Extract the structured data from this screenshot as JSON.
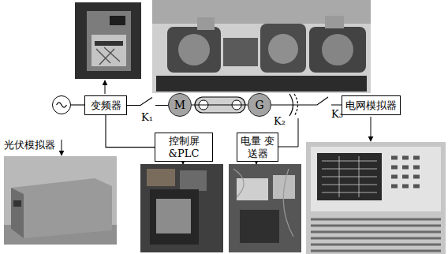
{
  "diagram": {
    "nodes": [
      {
        "text": [
          "光伏模拟器"
        ]
      },
      {
        "text": [
          "变频器"
        ]
      },
      {
        "text": [
          "M"
        ]
      },
      {
        "text": [
          "G"
        ]
      },
      {
        "text": [
          "电网模拟器"
        ]
      },
      {
        "text": [
          "控制屏 &PLC"
        ]
      },
      {
        "text": [
          "电量 变送器"
        ]
      }
    ],
    "edges": [
      {
        "from": 0,
        "to": 1,
        "arrow": "none"
      },
      {
        "from": 1,
        "to": 2,
        "arrow": "none"
      },
      {
        "from": 2,
        "to": 3,
        "arrow": "none"
      },
      {
        "from": 3,
        "to": 4,
        "arrow": "none"
      },
      {
        "from": 1,
        "to": 5,
        "arrow": "none"
      }
    ],
    "labels": [
      "K₁",
      "K₂",
      "K₃"
    ]
  }
}
